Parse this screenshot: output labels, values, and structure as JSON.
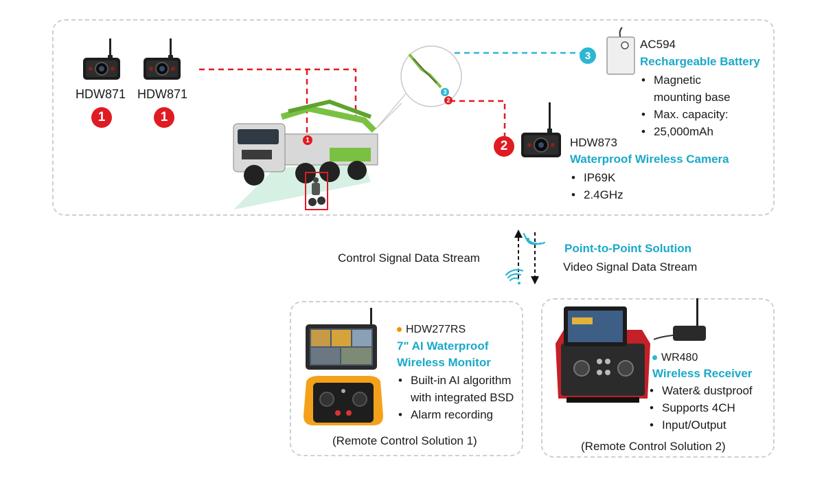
{
  "top_cameras": [
    {
      "model": "HDW871",
      "badge": "1"
    },
    {
      "model": "HDW871",
      "badge": "1"
    }
  ],
  "callout_badges": {
    "red": "2",
    "teal": "3",
    "truck_marker": "1"
  },
  "battery": {
    "model": "AC594",
    "badge": "3",
    "title": "Rechargeable Battery",
    "features": [
      "Magnetic",
      "mounting base",
      "Max. capacity:",
      "25,000mAh"
    ]
  },
  "side_camera": {
    "model": "HDW873",
    "badge": "2",
    "title": "Waterproof Wireless Camera",
    "features": [
      "IP69K",
      "2.4GHz"
    ]
  },
  "streams": {
    "control": "Control Signal Data Stream",
    "solution": "Point-to-Point Solution",
    "video": "Video Signal Data Stream"
  },
  "solution1": {
    "model": "HDW277RS",
    "title_line1": "7\" AI Waterproof",
    "title_line2": "Wireless  Monitor",
    "features": [
      "Built-in AI algorithm",
      "with integrated BSD",
      "Alarm recording"
    ],
    "caption": "(Remote Control Solution 1)"
  },
  "solution2": {
    "model": "WR480",
    "title": "Wireless Receiver",
    "features": [
      "Water& dustproof",
      "Supports 4CH",
      "Input/Output"
    ],
    "caption": "(Remote Control Solution 2)"
  },
  "colors": {
    "accent": "#1aa9c8",
    "badge_red": "#e01b22",
    "link_red": "#e01b22",
    "link_teal": "#2bb7d3",
    "model_dot_orange": "#f39200"
  }
}
